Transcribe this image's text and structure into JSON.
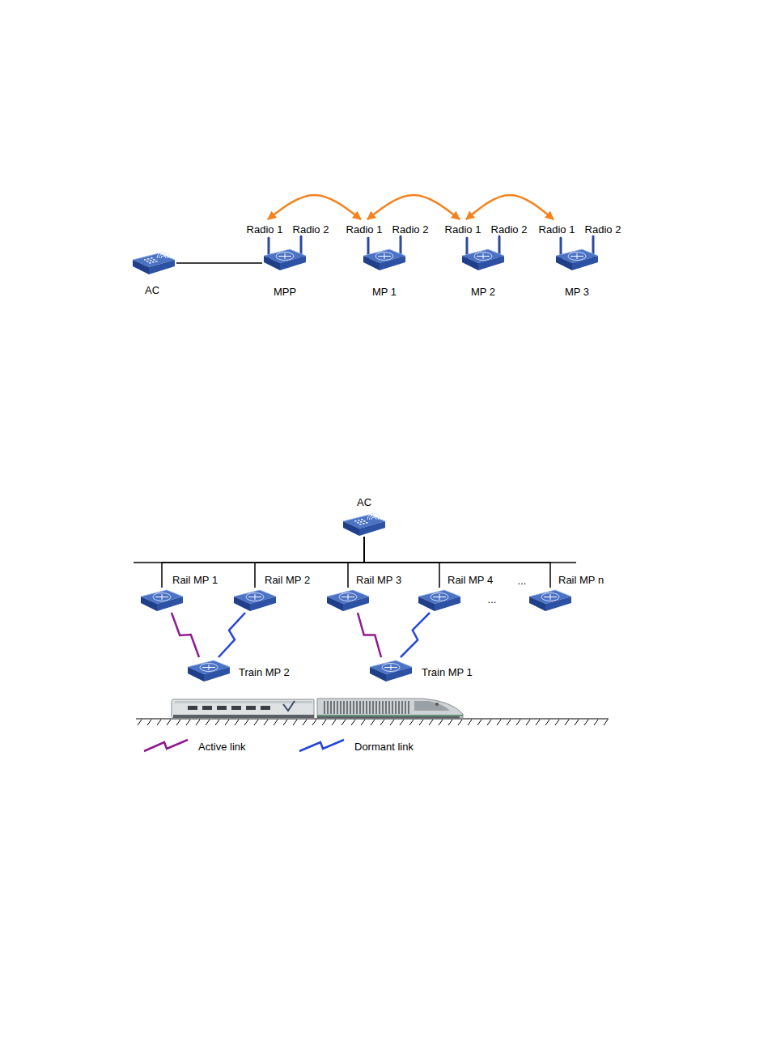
{
  "diagram": {
    "nodes": [
      {
        "text": [
          "AC"
        ]
      },
      {
        "text": [
          "Radio 1",
          "Radio 2",
          "MPP"
        ]
      },
      {
        "text": [
          "Radio 1",
          "Radio 2",
          "MP 1"
        ]
      },
      {
        "text": [
          "Radio 1",
          "Radio 2",
          "MP 2"
        ]
      },
      {
        "text": [
          "Radio 1",
          "Radio 2",
          "MP 3"
        ]
      },
      {
        "text": [
          "AC"
        ]
      },
      {
        "text": [
          "Rail MP 1"
        ]
      },
      {
        "text": [
          "Rail MP 2"
        ]
      },
      {
        "text": [
          "Rail MP 3"
        ]
      },
      {
        "text": [
          "Rail MP 4"
        ]
      },
      {
        "text": [
          "Rail MP n"
        ]
      },
      {
        "text": [
          "Train MP 2"
        ]
      },
      {
        "text": [
          "Train MP 1"
        ]
      }
    ],
    "edges": [
      {
        "from": 0,
        "to": 1,
        "arrow": "none"
      },
      {
        "from": 1,
        "to": 2,
        "arrow": "both"
      },
      {
        "from": 2,
        "to": 3,
        "arrow": "both"
      },
      {
        "from": 3,
        "to": 4,
        "arrow": "both"
      },
      {
        "from": 5,
        "to": 6,
        "arrow": "none"
      },
      {
        "from": 5,
        "to": 7,
        "arrow": "none"
      },
      {
        "from": 5,
        "to": 8,
        "arrow": "none"
      },
      {
        "from": 5,
        "to": 9,
        "arrow": "none"
      },
      {
        "from": 5,
        "to": 10,
        "arrow": "none"
      },
      {
        "from": 6,
        "to": 11,
        "arrow": "none"
      },
      {
        "from": 7,
        "to": 11,
        "arrow": "none"
      },
      {
        "from": 8,
        "to": 12,
        "arrow": "none"
      },
      {
        "from": 9,
        "to": 12,
        "arrow": "none"
      }
    ],
    "labels": [
      "...",
      "..."
    ],
    "legend": [
      {
        "text": "Active link"
      },
      {
        "text": "Dormant link"
      }
    ]
  }
}
